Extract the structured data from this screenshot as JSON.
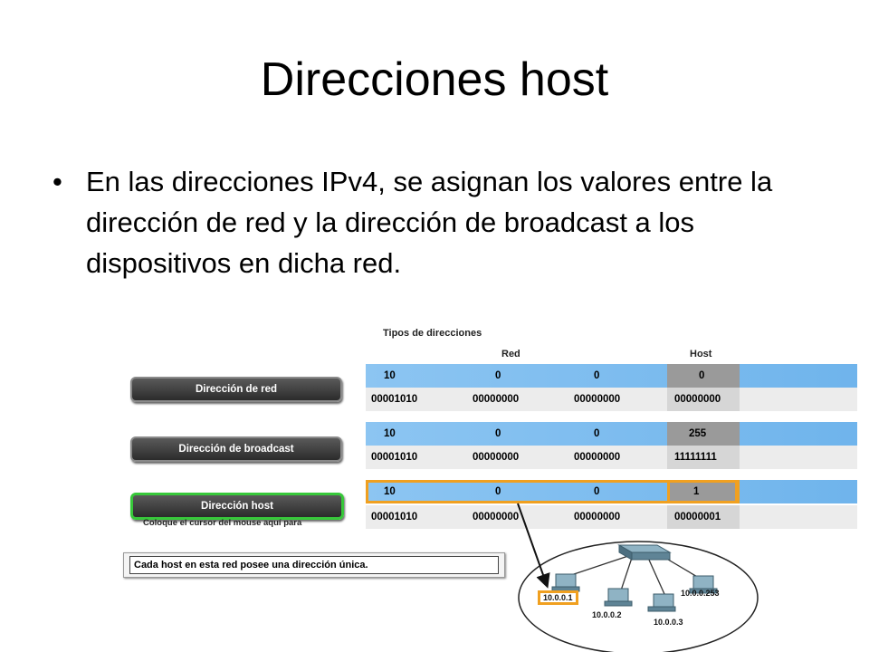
{
  "slide": {
    "title": "Direcciones host",
    "bullet": "En las direcciones IPv4, se asignan los valores entre la dirección de red y la dirección de broadcast a los dispositivos en dicha red."
  },
  "figure": {
    "title": "Tipos de direcciones",
    "col_red": "Red",
    "col_host": "Host",
    "buttons": {
      "network": "Dirección de red",
      "broadcast": "Dirección de broadcast",
      "host": "Dirección host"
    },
    "hint": "Coloque el cursor del mouse aquí para",
    "rows": {
      "network": {
        "dec": [
          "10",
          "0",
          "0",
          "0"
        ],
        "bin": [
          "00001010",
          "00000000",
          "00000000",
          "00000000"
        ]
      },
      "broadcast": {
        "dec": [
          "10",
          "0",
          "0",
          "255"
        ],
        "bin": [
          "00001010",
          "00000000",
          "00000000",
          "11111111"
        ]
      },
      "host": {
        "dec": [
          "10",
          "0",
          "0",
          "1"
        ],
        "bin": [
          "00001010",
          "00000000",
          "00000000",
          "00000001"
        ]
      }
    },
    "message": "Cada host en esta red posee una dirección única.",
    "hosts": [
      "10.0.0.1",
      "10.0.0.2",
      "10.0.0.3",
      "10.0.0.253"
    ],
    "colors": {
      "highlight": "#f0a020",
      "active_border": "#37c83a",
      "network_blue": "#7ab9ee"
    }
  }
}
